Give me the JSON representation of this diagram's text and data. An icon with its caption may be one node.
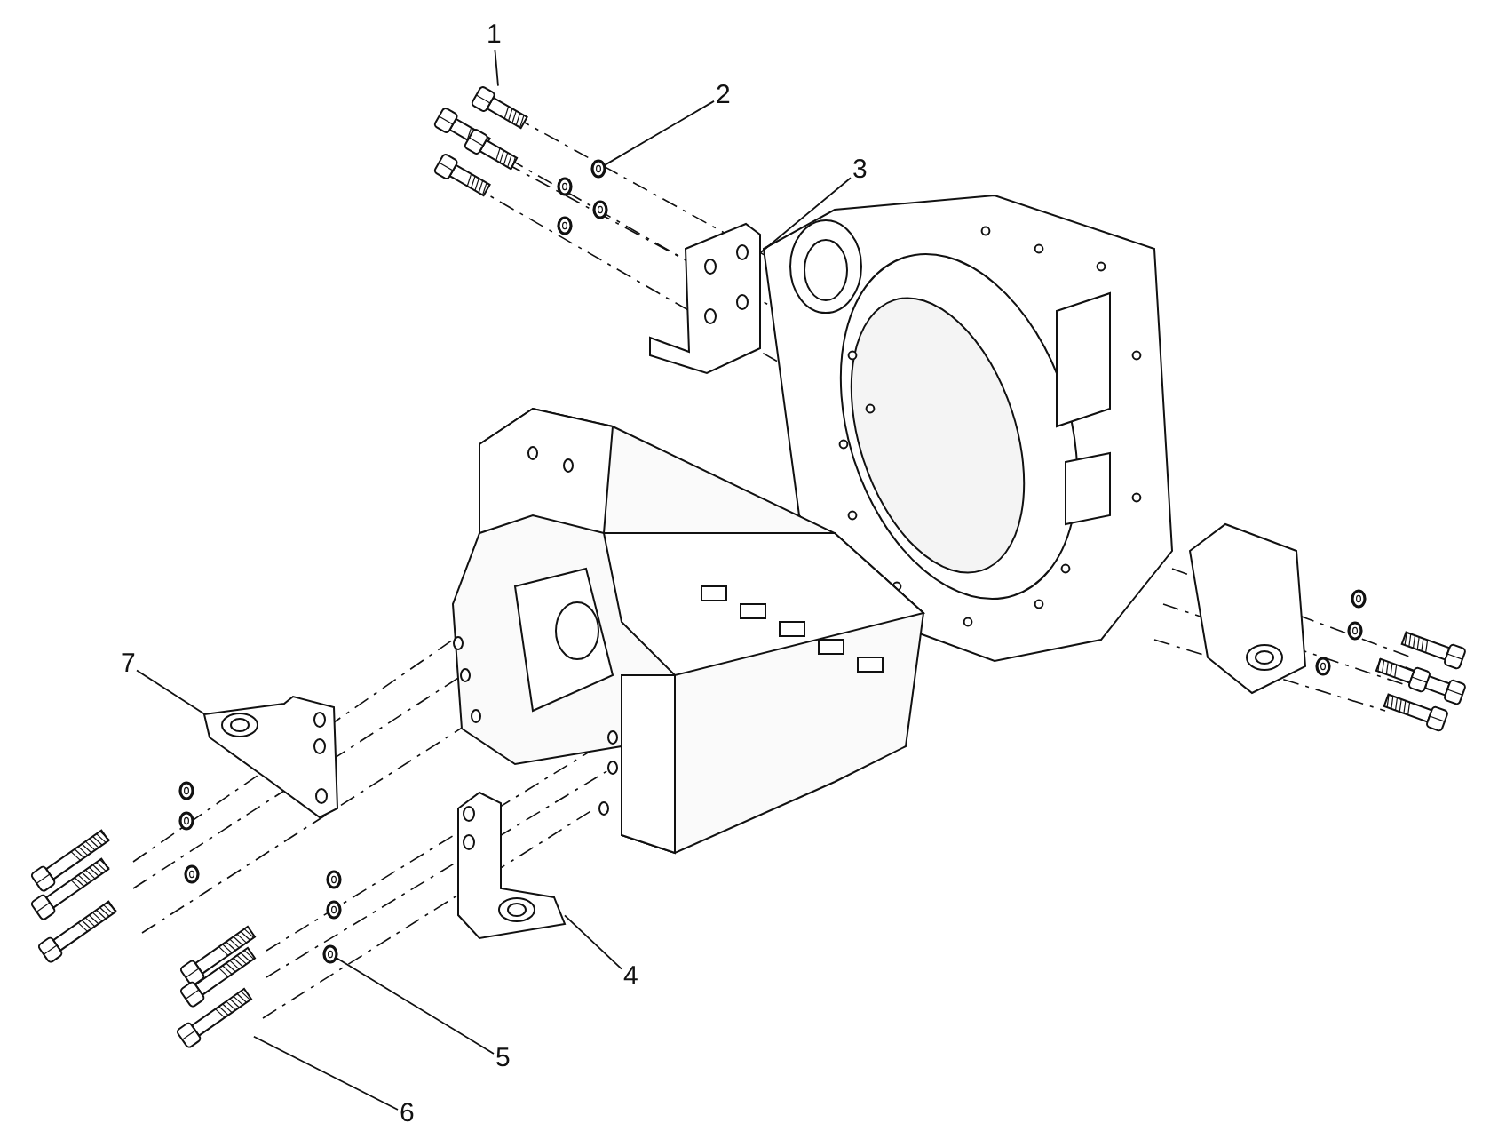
{
  "diagram": {
    "nodes": [
      {
        "text": [
          "1"
        ]
      },
      {
        "text": [
          "2"
        ]
      },
      {
        "text": [
          "3"
        ]
      },
      {
        "text": [
          "4"
        ]
      },
      {
        "text": [
          "5"
        ]
      },
      {
        "text": [
          "6"
        ]
      },
      {
        "text": [
          "7"
        ]
      },
      {
        "text": [],
        "shape": "picture"
      },
      {
        "text": [],
        "shape": "picture"
      },
      {
        "text": [],
        "shape": "picture"
      },
      {
        "text": [],
        "shape": "picture"
      },
      {
        "text": [],
        "shape": "picture"
      },
      {
        "text": [],
        "shape": "picture"
      },
      {
        "text": [],
        "shape": "picture"
      }
    ],
    "edges": [
      {
        "from": 0,
        "to": 7,
        "arrow": "none"
      },
      {
        "from": 1,
        "to": 8,
        "arrow": "none"
      },
      {
        "from": 2,
        "to": 9,
        "arrow": "none"
      },
      {
        "from": 3,
        "to": 10,
        "arrow": "none"
      },
      {
        "from": 4,
        "to": 11,
        "arrow": "none"
      },
      {
        "from": 5,
        "to": 12,
        "arrow": "none"
      },
      {
        "from": 6,
        "to": 13,
        "arrow": "none"
      }
    ]
  }
}
